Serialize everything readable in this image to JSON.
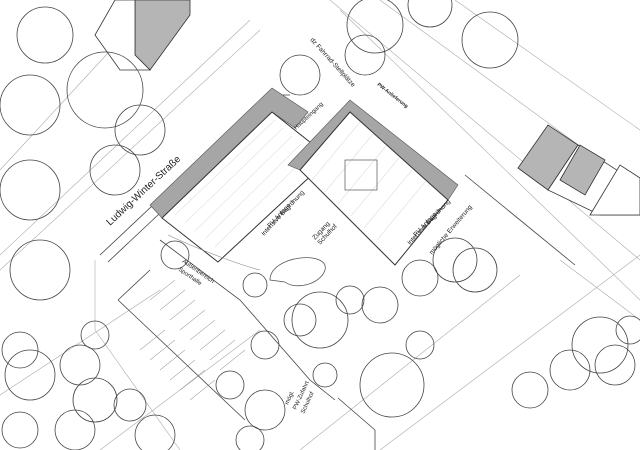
{
  "labels": {
    "street": "Ludwig-Winter-Straße",
    "parking_top": "dz Fahrrad-Stellplätze",
    "parking_top_small": "PW-Anlieferung",
    "entrance_top": "Haupteingang",
    "roof_left": "PV-Anlage +",
    "roof_left_2": "intensive Begrünung",
    "roof_right": "PV-Anlage +",
    "roof_right_2": "intensive Begrünung",
    "access": "Zugang",
    "access_2": "Schulhof",
    "expansion": "mögliche Erweiterung",
    "sports": "Außenbereich",
    "sports_2": "Sporthalle",
    "pw_access": "mögl.",
    "pw_access_2": "PW-Zufahrt",
    "pw_access_3": "Schulhof"
  },
  "colors": {
    "line": "#333333",
    "thin": "#999999",
    "roof": "#a6a6a6",
    "roof_dark": "#8c8c8c",
    "building_fill": "#ffffff"
  }
}
